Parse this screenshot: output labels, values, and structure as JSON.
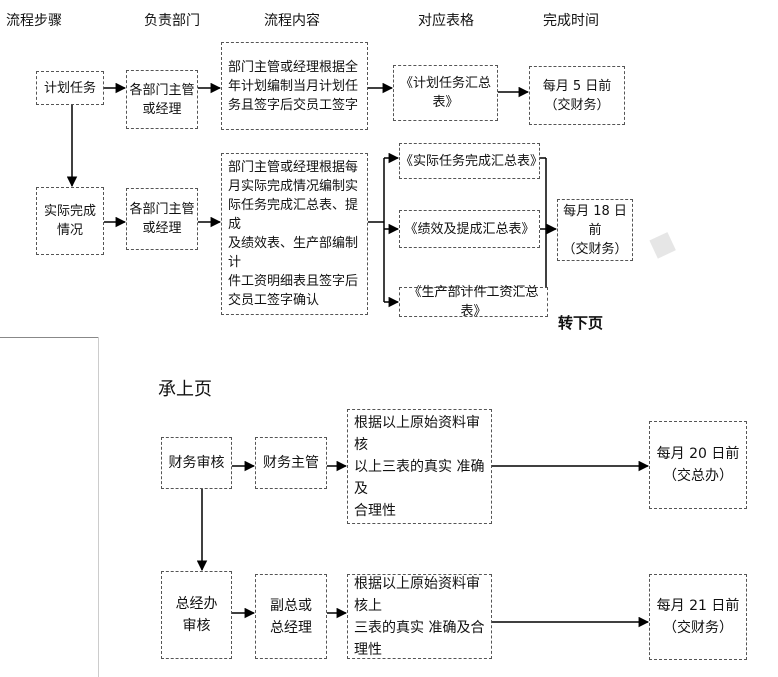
{
  "headers": {
    "step": "流程步骤",
    "dept": "负责部门",
    "content": "流程内容",
    "forms": "对应表格",
    "time": "完成时间"
  },
  "top": {
    "plan_step": "计划任务",
    "plan_dept": "各部门主管\n或经理",
    "plan_content": "部门主管或经理根据全\n年计划编制当月计划任\n务且签字后交员工签字",
    "plan_form": "《计划任务汇总\n表》",
    "plan_time": "每月 5 日前\n（交财务）",
    "actual_step": "实际完成\n情况",
    "actual_dept": "各部门主管\n或经理",
    "actual_content": "部门主管或经理根据每\n月实际完成情况编制实\n际任务完成汇总表、提成\n及绩效表、生产部编制计\n件工资明细表且签字后\n交员工签字确认",
    "form_actual": "《实际任务完成汇总表》",
    "form_perf": "《绩效及提成汇总表》",
    "form_piece": "《生产部计件工资汇总表》",
    "actual_time": "每月 18 日前\n（交财务）",
    "continue_note": "转下页"
  },
  "bottom": {
    "continued_label": "承上页",
    "audit_step": "财务审核",
    "audit_dept": "财务主管",
    "audit_content": "根据以上原始资料审核\n以上三表的真实 准确及\n合理性",
    "audit_time": "每月 20 日前\n（交总办）",
    "gm_step": "总经办\n审核",
    "gm_dept": "副总或\n总经理",
    "gm_content": "根据以上原始资料审核上\n三表的真实 准确及合理性",
    "gm_time": "每月 21 日前\n（交财务）"
  }
}
